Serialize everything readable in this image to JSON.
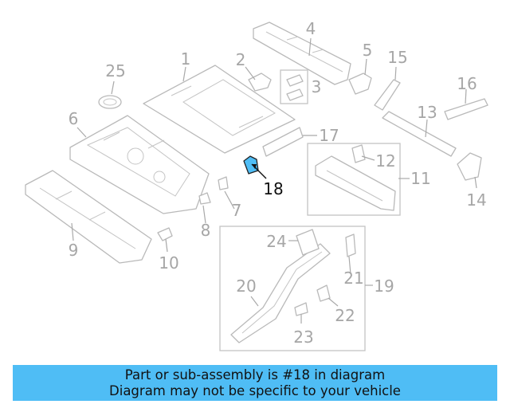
{
  "diagram": {
    "highlight_color": "#4fbdf5",
    "highlighted_part": "18",
    "callouts": {
      "n1": "1",
      "n2": "2",
      "n3": "3",
      "n4": "4",
      "n5": "5",
      "n6": "6",
      "n7": "7",
      "n8": "8",
      "n9": "9",
      "n10": "10",
      "n11": "11",
      "n12": "12",
      "n13": "13",
      "n14": "14",
      "n15": "15",
      "n16": "16",
      "n17": "17",
      "n18": "18",
      "n19": "19",
      "n20": "20",
      "n21": "21",
      "n22": "22",
      "n23": "23",
      "n24": "24",
      "n25": "25"
    }
  },
  "caption": {
    "line1": "Part or sub-assembly is #18 in diagram",
    "line2": "Diagram may not be specific to your vehicle",
    "background": "#4fbdf5"
  }
}
